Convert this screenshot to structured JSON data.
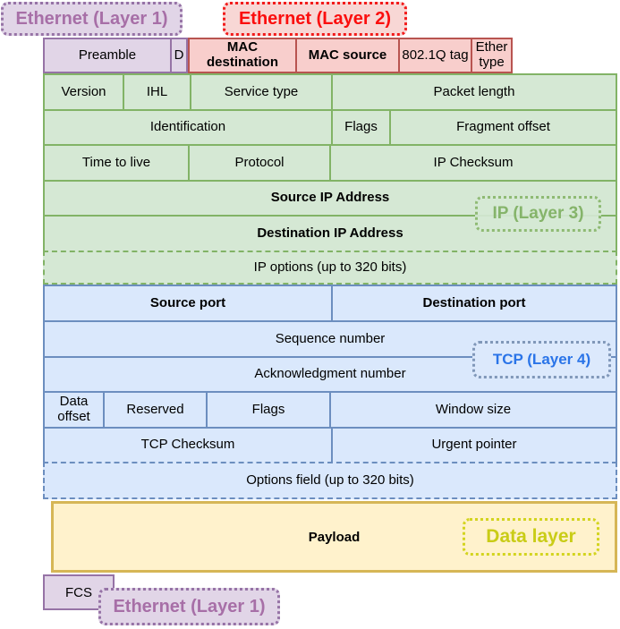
{
  "labels": {
    "ethernet_l1_top": "Ethernet (Layer 1)",
    "ethernet_l2": "Ethernet (Layer 2)",
    "ip_l3": "IP (Layer 3)",
    "tcp_l4": "TCP (Layer 4)",
    "data_layer": "Data layer",
    "ethernet_l1_bottom": "Ethernet (Layer 1)"
  },
  "ethernet_header": {
    "preamble": "Preamble",
    "sfd": "D",
    "mac_destination": "MAC destination",
    "mac_source": "MAC source",
    "dot1q_tag": "802.1Q tag",
    "ethertype": "Ether type",
    "fcs": "FCS"
  },
  "ip_header": {
    "version": "Version",
    "ihl": "IHL",
    "service_type": "Service type",
    "packet_length": "Packet length",
    "identification": "Identification",
    "flags": "Flags",
    "fragment_offset": "Fragment offset",
    "time_to_live": "Time to live",
    "protocol": "Protocol",
    "ip_checksum": "IP Checksum",
    "source_ip": "Source IP Address",
    "destination_ip": "Destination IP Address",
    "ip_options": "IP options (up to 320 bits)"
  },
  "tcp_header": {
    "source_port": "Source port",
    "destination_port": "Destination port",
    "sequence_number": "Sequence number",
    "acknowledgment_number": "Acknowledgment number",
    "data_offset": "Data offset",
    "reserved": "Reserved",
    "flags": "Flags",
    "window_size": "Window size",
    "tcp_checksum": "TCP Checksum",
    "urgent_pointer": "Urgent pointer",
    "options_field": "Options field (up to 320 bits)"
  },
  "payload": {
    "label": "Payload"
  },
  "colors": {
    "ethernet_fill": "#e1d5e7",
    "ethernet_stroke": "#9673a6",
    "ethernet_label_text": "#a76fa7",
    "layer2_fill": "#f8cecc",
    "layer2_stroke": "#b85450",
    "layer2_label_text": "#fb0e0e",
    "ip_fill": "#d5e8d4",
    "ip_stroke": "#82b366",
    "ip_label_text": "#85b46a",
    "tcp_fill": "#dae8fc",
    "tcp_stroke": "#6c8ebf",
    "tcp_label_text": "#2a74e8",
    "payload_fill": "#fff2cc",
    "payload_stroke": "#d6b656",
    "data_label_text": "#c9cc16"
  }
}
